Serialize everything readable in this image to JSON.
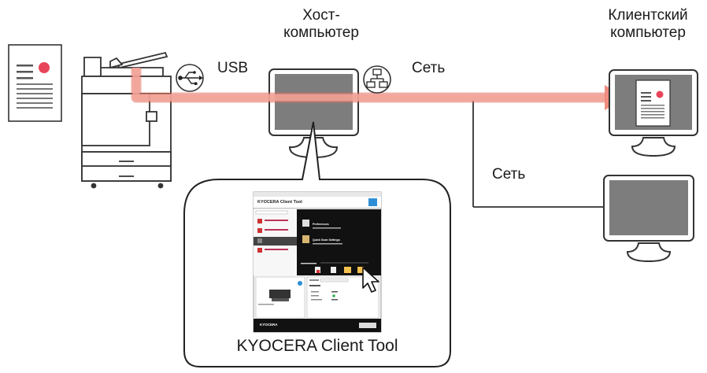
{
  "labels": {
    "host_line1": "Хост-",
    "host_line2": "компьютер",
    "client_line1": "Клиентский",
    "client_line2": "компьютер",
    "usb": "USB",
    "network_top": "Сеть",
    "network_bottom": "Сеть",
    "client_tool": "KYOCERA Client Tool"
  },
  "screenshot": {
    "window_title": "KYOCERA Client Tool",
    "logo": "KYOCERA",
    "panel_item_1": "Preferences",
    "panel_item_2": "Quick Scan Settings"
  },
  "icons": {
    "usb": "usb-icon",
    "network": "network-icon",
    "document": "document-icon",
    "printer": "printer-icon",
    "monitor": "monitor-icon",
    "cursor": "cursor-icon"
  },
  "colors": {
    "data_path": "#f2a59a",
    "data_path_edge": "#e46f5f",
    "doc_dot": "#e8455a",
    "line": "#333333",
    "monitor_screen": "#7d7d7d"
  }
}
